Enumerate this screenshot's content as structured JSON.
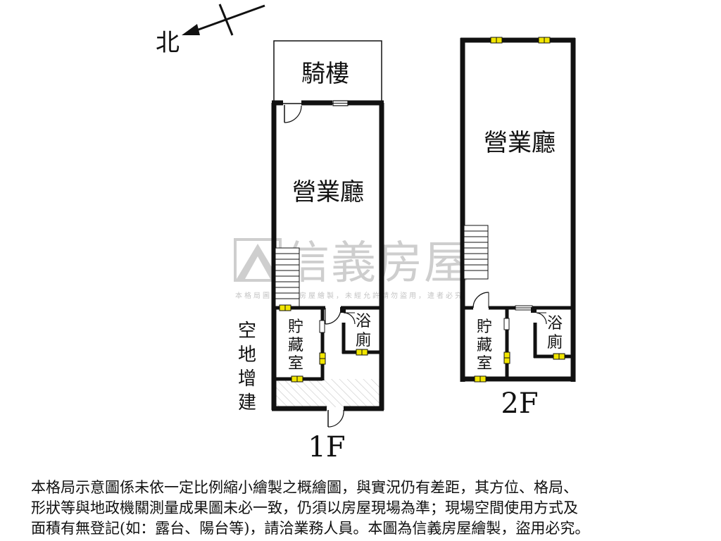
{
  "compass": {
    "label": "北"
  },
  "watermark": {
    "brand": "信義房屋",
    "notice": "本格局圖為信義房屋繪製，未經允許請勿盜用，違者必究"
  },
  "floor1": {
    "label": "1F",
    "rooms": {
      "arcade": "騎樓",
      "business_hall": "營業廳",
      "storage": [
        "貯",
        "藏",
        "室"
      ],
      "bathroom": [
        "浴",
        "廁"
      ]
    },
    "annex": [
      "空",
      "地",
      "增",
      "建"
    ]
  },
  "floor2": {
    "label": "2F",
    "rooms": {
      "business_hall": "營業廳",
      "storage": [
        "貯",
        "藏",
        "室"
      ],
      "bathroom": [
        "浴",
        "廁"
      ]
    }
  },
  "disclaimer": {
    "lines": [
      "本格局示意圖係未依一定比例縮小繪製之概繪圖，與實況仍有差距，其方位、格局、",
      "形狀等與地政機關測量成果圖未必一致，仍須以房屋現場為準；現場空間使用方式及",
      "面積有無登記(如：露台、陽台等)，請洽業務人員。本圖為信義房屋繪製，盜用必究。"
    ]
  },
  "colors": {
    "wall": "#111111",
    "window": "#f2e600",
    "watermark": "#c9c9c9"
  }
}
